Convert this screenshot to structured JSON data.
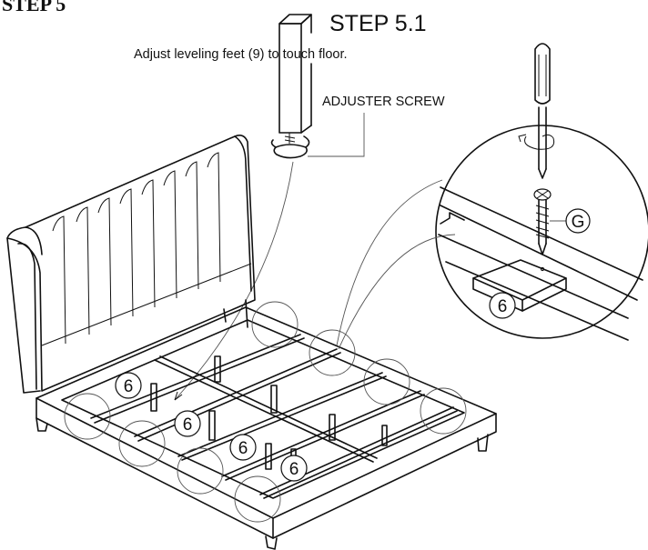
{
  "header": {
    "step_partial": "STEP 5",
    "step_title": "STEP 5.1",
    "instruction": "Adjust leveling feet (9) to touch floor."
  },
  "labels": {
    "adjuster_screw": "ADJUSTER SCREW",
    "slat_number": "6",
    "hardware_letter": "G"
  },
  "icons": [
    "screwdriver-icon",
    "screw-icon",
    "leveling-foot-icon"
  ]
}
